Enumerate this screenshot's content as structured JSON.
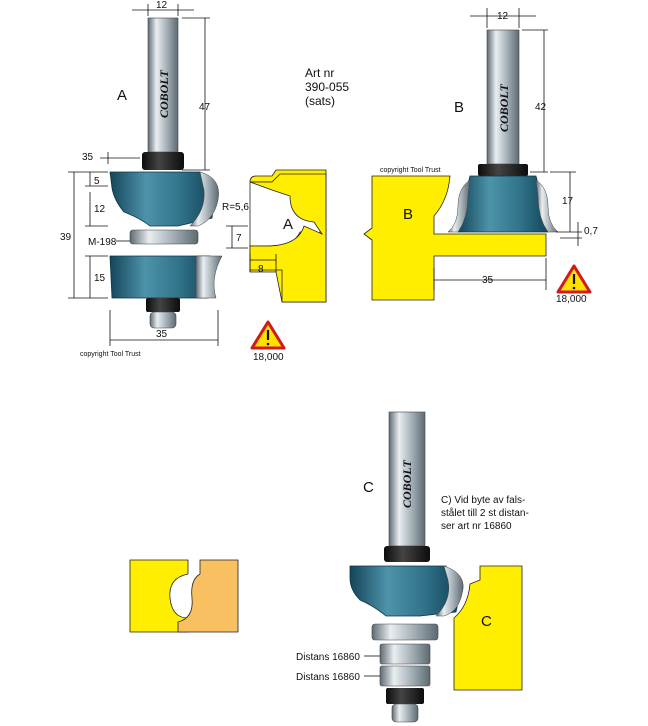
{
  "colors": {
    "steel": "#9aa6ae",
    "steel_dark": "#5e6a72",
    "steel_light": "#e9eef1",
    "blue": "#2f7289",
    "blue_dark": "#15455a",
    "black": "#1c1c1c",
    "yellow": "#ffee00",
    "orange": "#f8c060",
    "warn_red": "#d01a1a",
    "warn_yellow": "#ffe000"
  },
  "header": {
    "art_label": "Art nr",
    "art_number": "390-055",
    "set_label": "(sats)"
  },
  "tool_a": {
    "letter": "A",
    "brand": "COBOLT",
    "dim_shank": "12",
    "dim_shank_len": "47",
    "dim_top_width": "35",
    "dim_5": "5",
    "dim_12": "12",
    "dim_39": "39",
    "thread": "M-198",
    "dim_15": "15",
    "dim_bottom_width": "35",
    "copyright": "copyright Tool Trust",
    "rpm": "18,000"
  },
  "profile_a": {
    "letter": "A",
    "radius": "R=5,6",
    "dim_7": "7",
    "dim_8": "8"
  },
  "tool_b": {
    "letter": "B",
    "brand": "COBOLT",
    "dim_shank": "12",
    "dim_shank_len": "42",
    "dim_17": "17",
    "dim_07": "0,7",
    "copyright": "copyright Tool Trust",
    "rpm": "18,000"
  },
  "profile_b": {
    "letter": "B",
    "dim_35": "35"
  },
  "tool_c": {
    "letter": "C",
    "brand": "COBOLT",
    "note_line1": "C) Vid byte av fals-",
    "note_line2": "stålet till 2 st distan-",
    "note_line3": "ser art nr 16860",
    "spacer_1": "Distans 16860",
    "spacer_2": "Distans 16860"
  },
  "profile_c": {
    "letter": "C"
  }
}
